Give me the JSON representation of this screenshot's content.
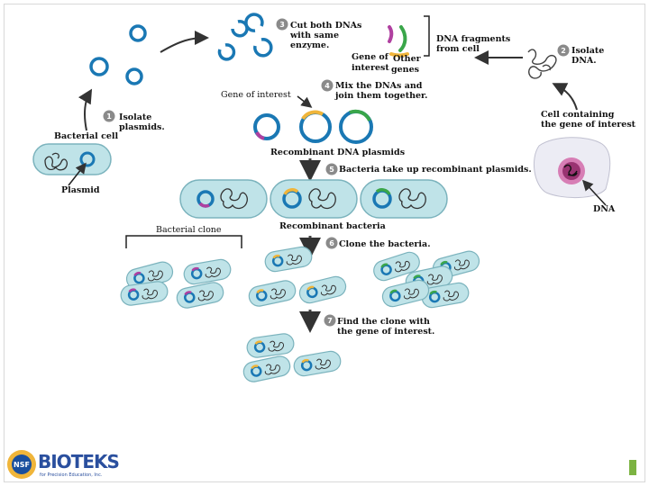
{
  "labels": {
    "step3": "Cut both DNAs\nwith same\nenzyme.",
    "fragments": "DNA fragments\nfrom cell",
    "step2": "Isolate\nDNA.",
    "gene_of": "Gene of",
    "interest": "interest",
    "other": "Other",
    "genes": "genes",
    "gene_of_interest": "Gene of interest",
    "step4": "Mix the DNAs and\njoin them together.",
    "cell_containing": "Cell containing\nthe gene of interest",
    "step1": "Isolate\nplasmids.",
    "bacterial_cell": "Bacterial cell",
    "recombinant_plasmids": "Recombinant DNA plasmids",
    "step5": "Bacteria take up recombinant plasmids.",
    "plasmid": "Plasmid",
    "dna": "DNA",
    "bacterial_clone": "Bacterial clone",
    "recombinant_bacteria": "Recombinant bacteria",
    "step6": "Clone the bacteria.",
    "step7": "Find the clone with\nthe gene of interest."
  },
  "steps": [
    "1",
    "2",
    "3",
    "4",
    "5",
    "6",
    "7"
  ],
  "logo": {
    "name": "BIOTEKS",
    "emblem": "NSF",
    "tagline": "for Precision Education, Inc."
  },
  "colors": {
    "plasmid": "#1a78b4",
    "bacterium_fill": "#bfe3e8",
    "bacterium_edge": "#7bb3bd",
    "gene_interest": "#f0b53a",
    "gene_other": "#b040a0",
    "gene_green": "#3aa64a",
    "nucleus": "#8a2060",
    "cell_fill": "#ececf4",
    "accent_bar": "#7cb342"
  }
}
